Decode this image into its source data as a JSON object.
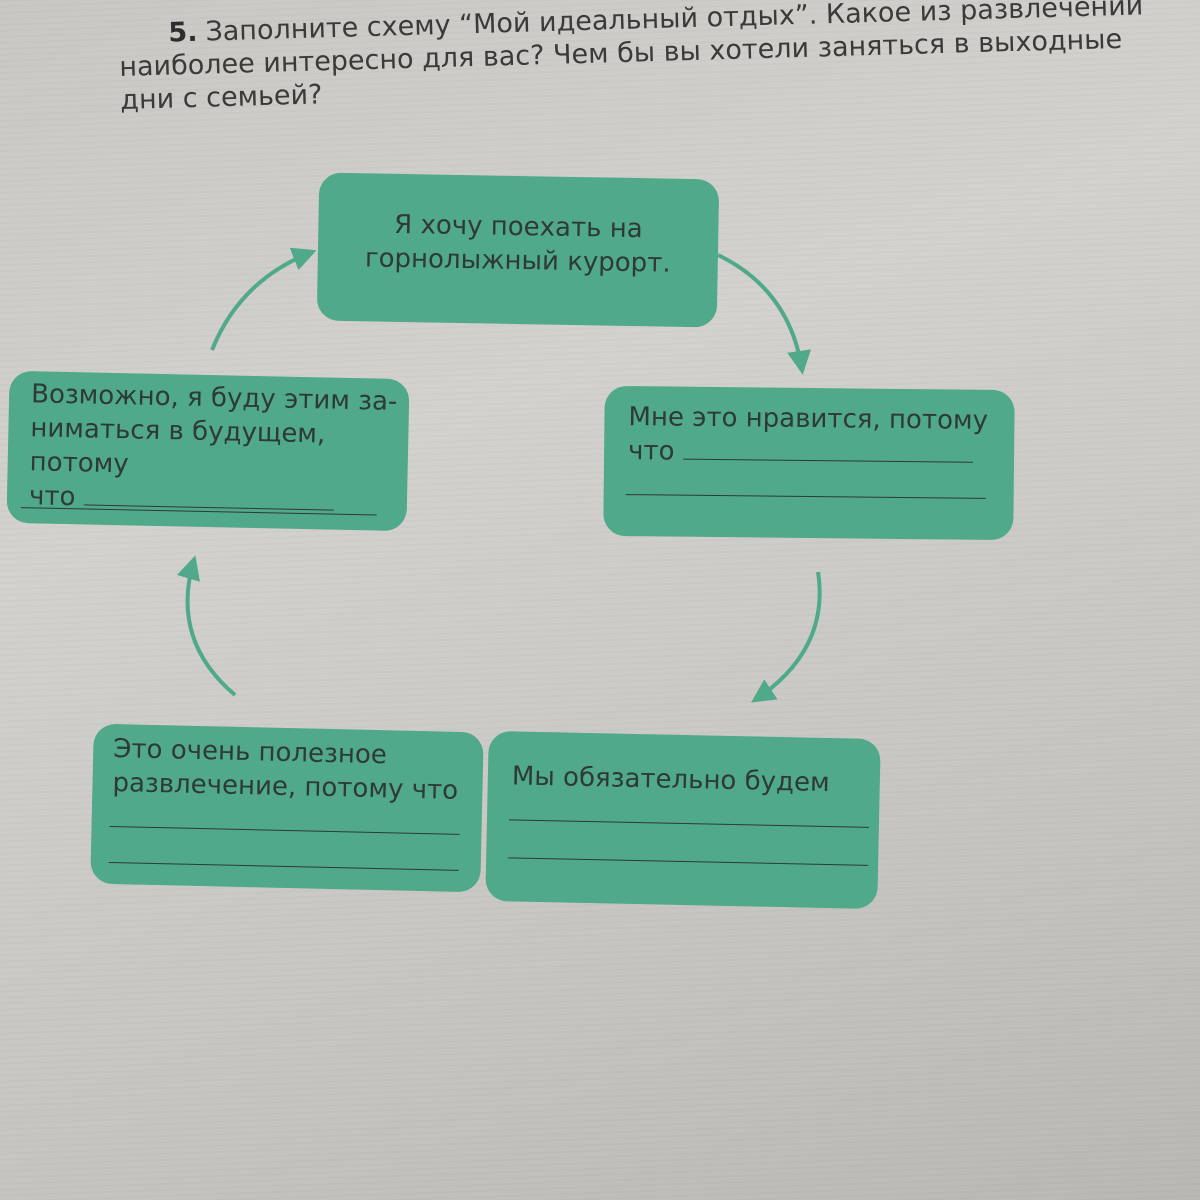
{
  "task": {
    "number": "5.",
    "line1": "Заполните схему “Мой идеальный отдых”. Какое из развлечений",
    "line2": "наиболее интересно для вас? Чем бы вы хотели заняться в выходные",
    "line3": "дни с семьей?"
  },
  "boxes": {
    "top": {
      "line1": "Я хочу поехать на",
      "line2": "горнолыжный курорт."
    },
    "right": {
      "line1": "Мне это нравится, потому",
      "line2": "что"
    },
    "bottom_right": {
      "line1": "Мы обязательно будем"
    },
    "bottom_left": {
      "line1": "Это очень полезное",
      "line2": "развлечение, потому что"
    },
    "left": {
      "line1": "Возможно, я буду этим за-",
      "line2": "ниматься в будущем, потому",
      "line3": "что"
    }
  },
  "colors": {
    "box_fill": "#4fa98a",
    "arrow": "#4fa98a",
    "text": "#2f3a36",
    "paper": "#cfcdc9"
  }
}
